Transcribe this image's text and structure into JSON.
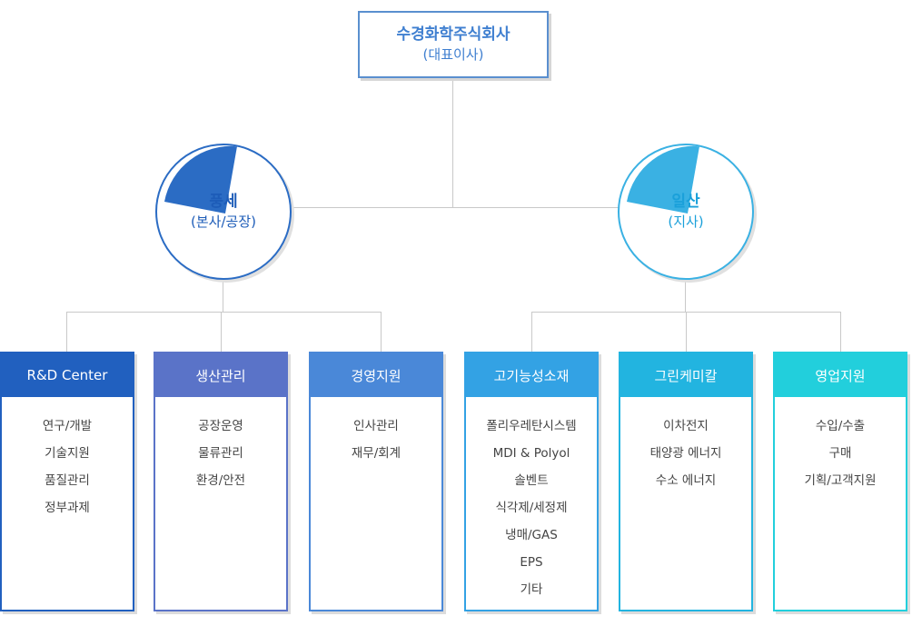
{
  "company": {
    "name": "수경화학주식회사",
    "role": "(대표이사)"
  },
  "branches": {
    "left": {
      "name": "풍세",
      "sub": "(본사/공장)",
      "color": "#2b6cc4"
    },
    "right": {
      "name": "일산",
      "sub": "(지사)",
      "color": "#3ab1e3"
    }
  },
  "departments": [
    {
      "title": "R&D Center",
      "color": "#2160bf",
      "items": [
        "연구/개발",
        "기술지원",
        "품질관리",
        "정부과제"
      ]
    },
    {
      "title": "생산관리",
      "color": "#5a73c8",
      "items": [
        "공장운영",
        "물류관리",
        "환경/안전"
      ]
    },
    {
      "title": "경영지원",
      "color": "#4a88d8",
      "items": [
        "인사관리",
        "재무/회계"
      ]
    },
    {
      "title": "고기능성소재",
      "color": "#33a2e4",
      "items": [
        "폴리우레탄시스템",
        "MDI & Polyol",
        "솔벤트",
        "식각제/세정제",
        "냉매/GAS",
        "EPS",
        "기타"
      ]
    },
    {
      "title": "그린케미칼",
      "color": "#22b4e0",
      "items": [
        "이차전지",
        "태양광 에너지",
        "수소 에너지"
      ]
    },
    {
      "title": "영업지원",
      "color": "#22cfdc",
      "items": [
        "수입/수출",
        "구매",
        "기획/고객지원"
      ]
    }
  ]
}
